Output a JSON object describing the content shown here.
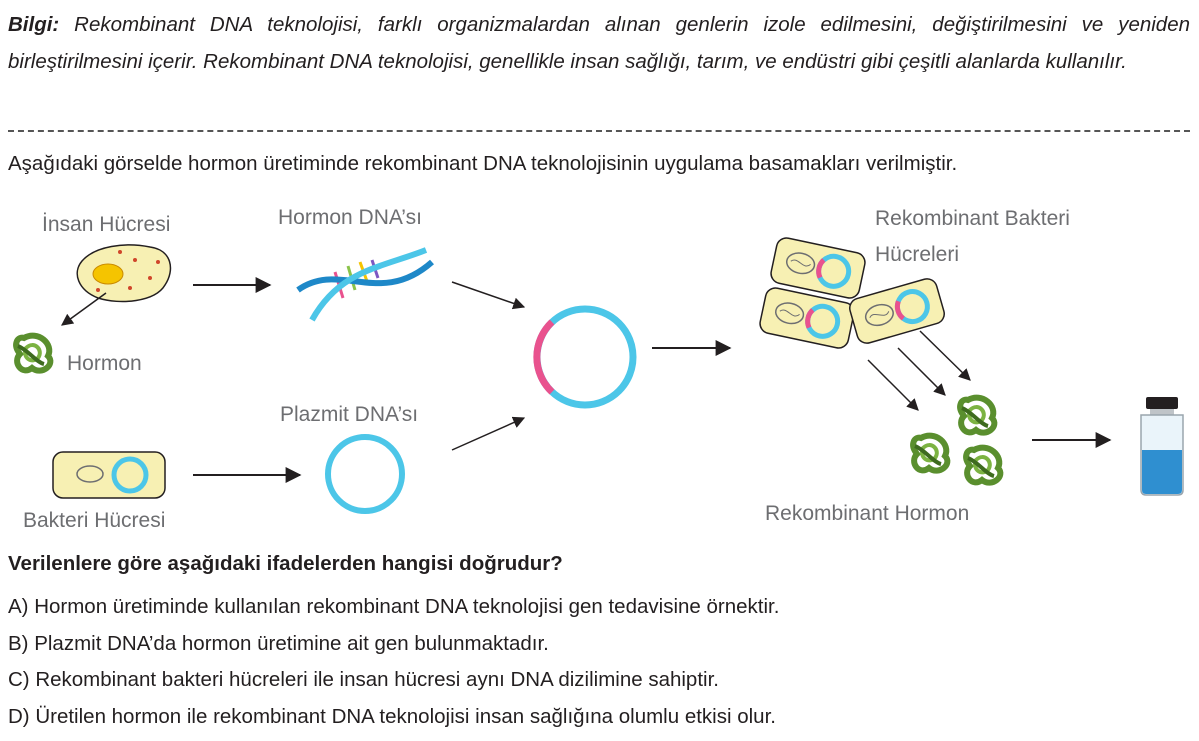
{
  "info": {
    "label": "Bilgi:",
    "text": " Rekombinant DNA teknolojisi, farklı organizmalardan alınan genlerin izole edilmesini, değiştirilmesini ve yeniden birleştirilmesini içerir. Rekombinant DNA teknolojisi, genellikle insan sağlığı, tarım, ve endüstri gibi çeşitli alanlarda kullanılır."
  },
  "intro": "Aşağıdaki görselde hormon üretiminde rekombinant DNA teknolojisinin uygulama basamakları verilmiştir.",
  "diagram": {
    "insan_hucresi": "İnsan Hücresi",
    "hormon": "Hormon",
    "hormon_dna": "Hormon DNA’sı",
    "plazmit_dna": "Plazmit DNA’sı",
    "bakteri_hucresi": "Bakteri Hücresi",
    "rekombinant_bakteri_line1": "Rekombinant Bakteri",
    "rekombinant_bakteri_line2": "Hücreleri",
    "rekombinant_hormon": "Rekombinant Hormon"
  },
  "question": "Verilenlere göre aşağıdaki ifadelerden hangisi doğrudur?",
  "options": [
    "A) Hormon üretiminde kullanılan rekombinant DNA teknolojisi gen tedavisine örnektir.",
    "B) Plazmit DNA’da hormon üretimine ait gen bulunmaktadır.",
    "C) Rekombinant bakteri hücreleri ile insan hücresi aynı DNA dizilimine sahiptir.",
    "D) Üretilen hormon ile rekombinant DNA teknolojisi insan sağlığına olumlu etkisi olur."
  ],
  "colors": {
    "cell_fill": "#f7f0b3",
    "plasmid": "#4cc6e8",
    "insert": "#e9528e",
    "hormone": "#5a8f2e",
    "liquid": "#2f8fd0",
    "cap": "#231f20"
  }
}
